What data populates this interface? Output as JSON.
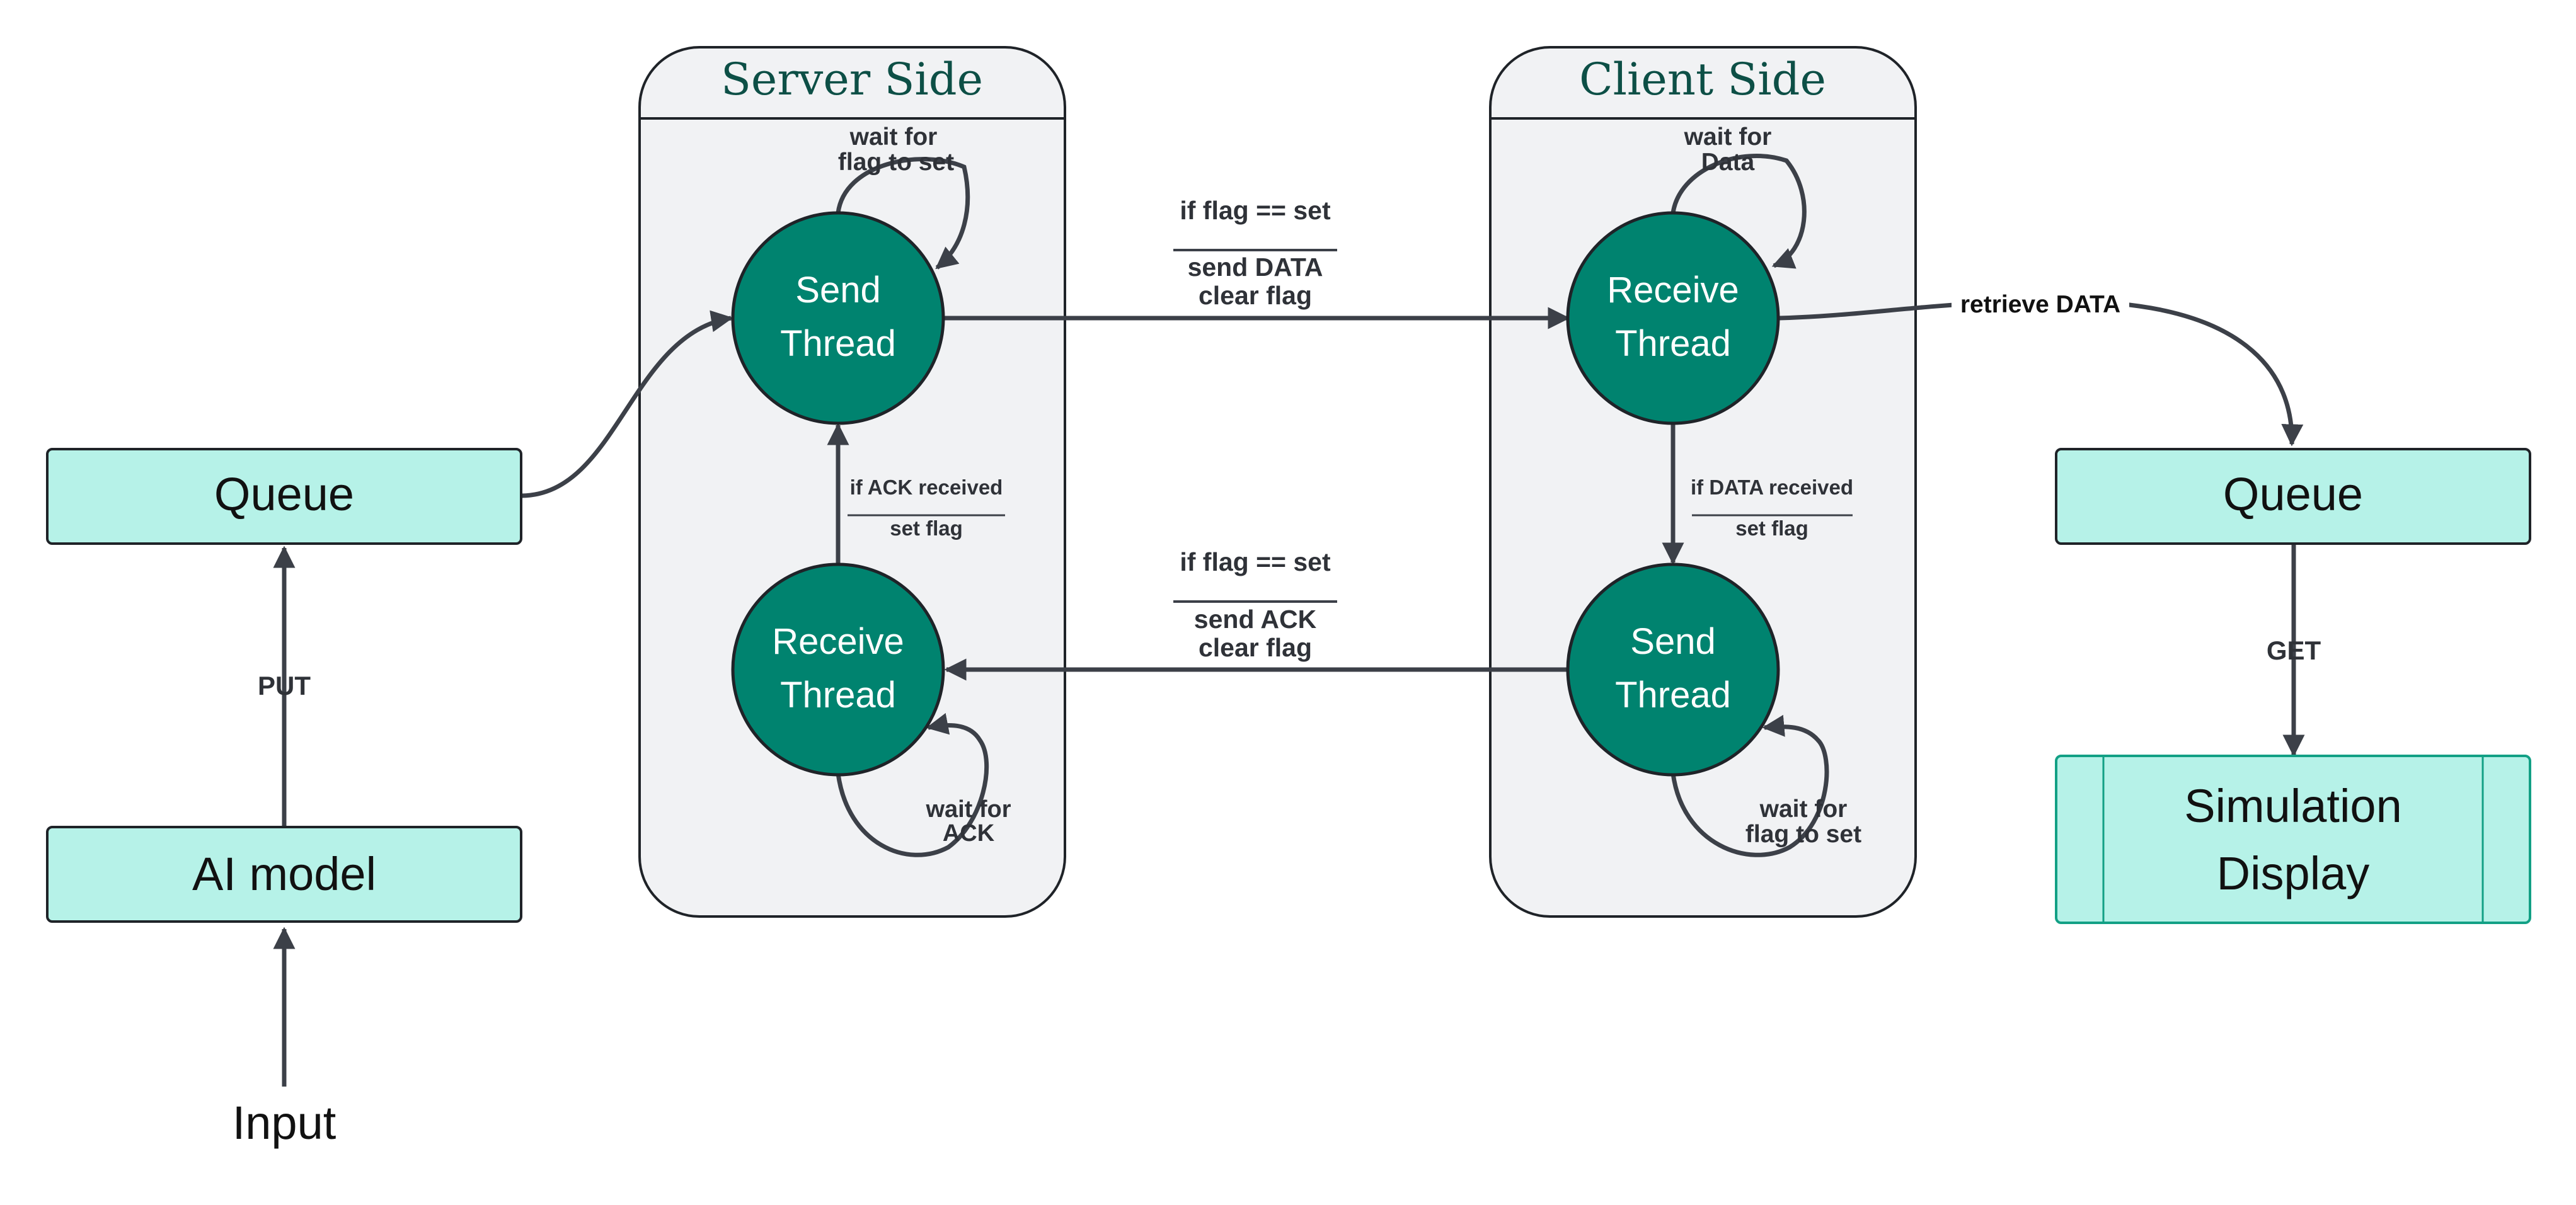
{
  "colors": {
    "panel_fill": "#f1f2f4",
    "thread_fill": "#00836f",
    "box_fill": "#b6f2e8",
    "edge": "#3c4048",
    "title": "#0d4f46"
  },
  "panels": {
    "server": {
      "title": "Server Side"
    },
    "client": {
      "title": "Client Side"
    }
  },
  "threads": {
    "server_send": {
      "line1": "Send",
      "line2": "Thread"
    },
    "server_receive": {
      "line1": "Receive",
      "line2": "Thread"
    },
    "client_receive": {
      "line1": "Receive",
      "line2": "Thread"
    },
    "client_send": {
      "line1": "Send",
      "line2": "Thread"
    }
  },
  "boxes": {
    "left_queue": "Queue",
    "ai_model": "AI model",
    "right_queue": "Queue",
    "sim_display_line1": "Simulation",
    "sim_display_line2": "Display"
  },
  "input_label": "Input",
  "labels": {
    "put": "PUT",
    "get": "GET",
    "wait_flag_server_1": "wait for",
    "wait_flag_server_2": "flag to set",
    "wait_data_1": "wait for",
    "wait_data_2": "Data",
    "wait_ack_1": "wait for",
    "wait_ack_2": "ACK",
    "wait_flag_client_1": "wait for",
    "wait_flag_client_2": "flag to set",
    "data_cond": "if flag == set",
    "data_action_1": "send DATA",
    "data_action_2": "clear flag",
    "ack_cond": "if flag == set",
    "ack_action_1": "send ACK",
    "ack_action_2": "clear flag",
    "ack_received_cond": "if ACK received",
    "ack_received_action": "set flag",
    "data_received_cond": "if DATA received",
    "data_received_action": "set flag",
    "retrieve": "retrieve DATA"
  }
}
